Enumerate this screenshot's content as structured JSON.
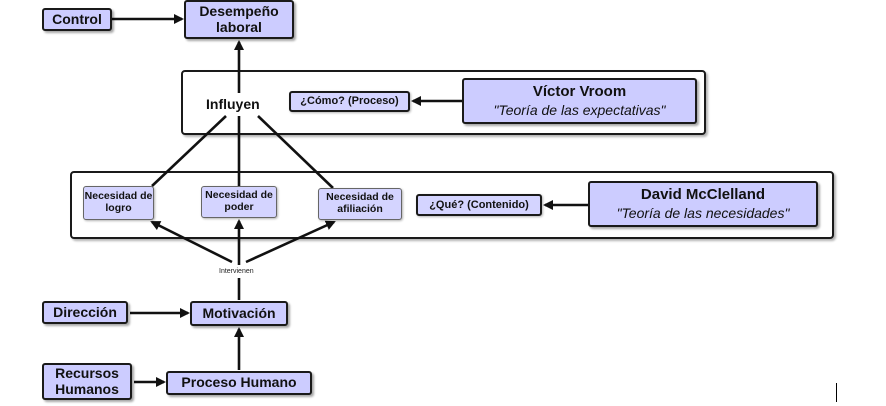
{
  "nodes": {
    "control": "Control",
    "desempeno": "Desempeño laboral",
    "influyen": "Influyen",
    "como": "¿Cómo? (Proceso)",
    "vroom_name": "Víctor Vroom",
    "vroom_theory": "\"Teoría de las expectativas\"",
    "necesidad_logro": "Necesidad de logro",
    "necesidad_poder": "Necesidad de poder",
    "necesidad_afiliacion": "Necesidad de afiliación",
    "que": "¿Qué? (Contenido)",
    "mcclelland_name": "David McClelland",
    "mcclelland_theory": "\"Teoría de las necesidades\"",
    "intervienen": "Intervienen",
    "direccion": "Dirección",
    "motivacion": "Motivación",
    "recursos": "Recursos Humanos",
    "proceso": "Proceso Humano"
  }
}
